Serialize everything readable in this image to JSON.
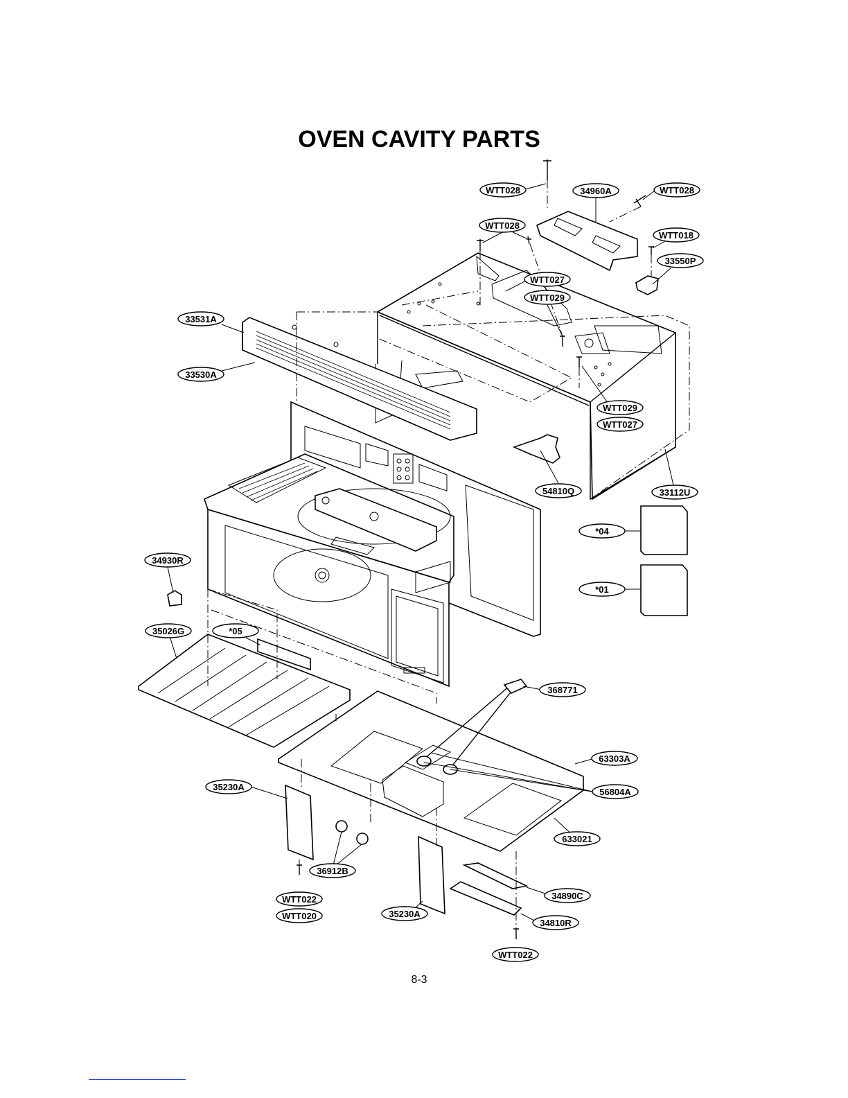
{
  "title": "OVEN CAVITY PARTS",
  "page_number": "8-3",
  "labels": [
    {
      "id": "wtt028-top-left",
      "text": "WTT028"
    },
    {
      "id": "34960a",
      "text": "34960A"
    },
    {
      "id": "wtt028-top-right",
      "text": "WTT028"
    },
    {
      "id": "wtt028-mid",
      "text": "WTT028"
    },
    {
      "id": "wtt018",
      "text": "WTT018"
    },
    {
      "id": "33550p",
      "text": "33550P"
    },
    {
      "id": "wtt027-top",
      "text": "WTT027"
    },
    {
      "id": "wtt029-top",
      "text": "WTT029"
    },
    {
      "id": "33531a",
      "text": "33531A"
    },
    {
      "id": "33530a",
      "text": "33530A"
    },
    {
      "id": "wtt029-right",
      "text": "WTT029"
    },
    {
      "id": "wtt027-right",
      "text": "WTT027"
    },
    {
      "id": "54810q",
      "text": "54810Q"
    },
    {
      "id": "33112u",
      "text": "33112U"
    },
    {
      "id": "04",
      "text": "*04"
    },
    {
      "id": "34930r",
      "text": "34930R"
    },
    {
      "id": "01",
      "text": "*01"
    },
    {
      "id": "35026g",
      "text": "35026G"
    },
    {
      "id": "05",
      "text": "*05"
    },
    {
      "id": "368771",
      "text": "368771"
    },
    {
      "id": "63303a",
      "text": "63303A"
    },
    {
      "id": "35230a-left",
      "text": "35230A"
    },
    {
      "id": "56804a",
      "text": "56804A"
    },
    {
      "id": "633021",
      "text": "633021"
    },
    {
      "id": "36912b",
      "text": "36912B"
    },
    {
      "id": "wtt022-left",
      "text": "WTT022"
    },
    {
      "id": "wtt020",
      "text": "WTT020"
    },
    {
      "id": "34890c",
      "text": "34890C"
    },
    {
      "id": "35230a-bottom",
      "text": "35230A"
    },
    {
      "id": "34810r",
      "text": "34810R"
    },
    {
      "id": "wtt022-bottom",
      "text": "WTT022"
    }
  ]
}
